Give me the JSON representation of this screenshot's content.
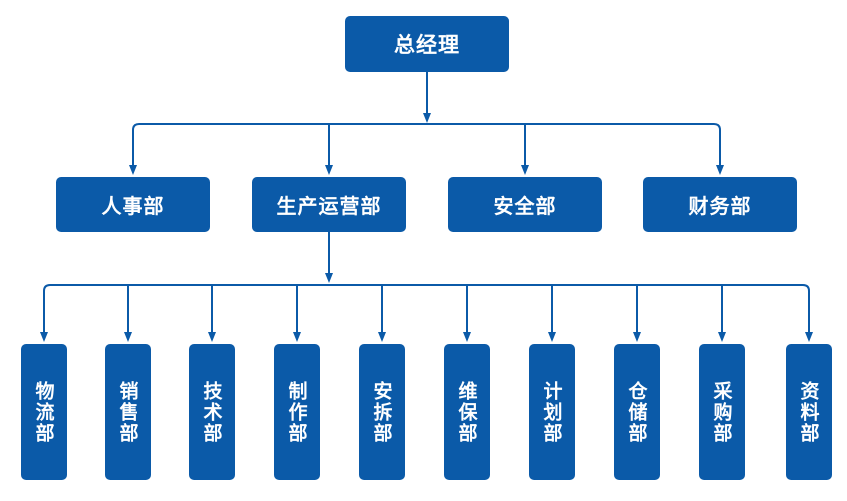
{
  "top": {
    "label": "总经理"
  },
  "departments": [
    {
      "label": "人事部"
    },
    {
      "label": "生产运营部"
    },
    {
      "label": "安全部"
    },
    {
      "label": "财务部"
    }
  ],
  "sub_departments": [
    {
      "label": "物流部"
    },
    {
      "label": "销售部"
    },
    {
      "label": "技术部"
    },
    {
      "label": "制作部"
    },
    {
      "label": "安拆部"
    },
    {
      "label": "维保部"
    },
    {
      "label": "计划部"
    },
    {
      "label": "仓储部"
    },
    {
      "label": "采购部"
    },
    {
      "label": "资料部"
    }
  ],
  "colors": {
    "box": "#0b5aa8",
    "line": "#0b5aa8",
    "text": "#ffffff"
  }
}
